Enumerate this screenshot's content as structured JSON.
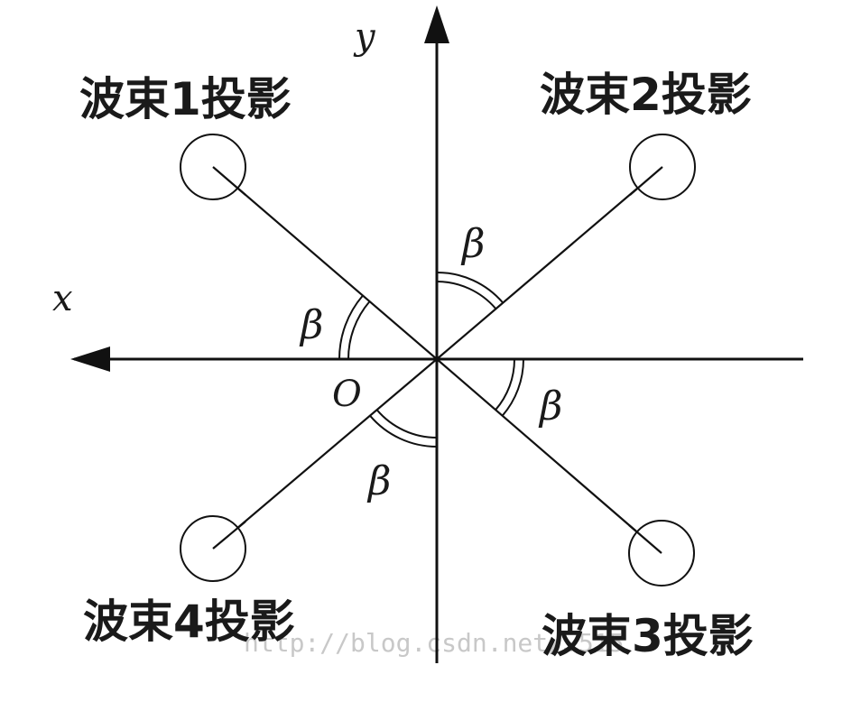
{
  "axes": {
    "x_label": "x",
    "y_label": "y",
    "origin_label": "O"
  },
  "beams": [
    {
      "label": "波束1投影"
    },
    {
      "label": "波束2投影"
    },
    {
      "label": "波束3投影"
    },
    {
      "label": "波束4投影"
    }
  ],
  "angle_label": "β",
  "watermark": "http://blog.csdn.net/…515"
}
